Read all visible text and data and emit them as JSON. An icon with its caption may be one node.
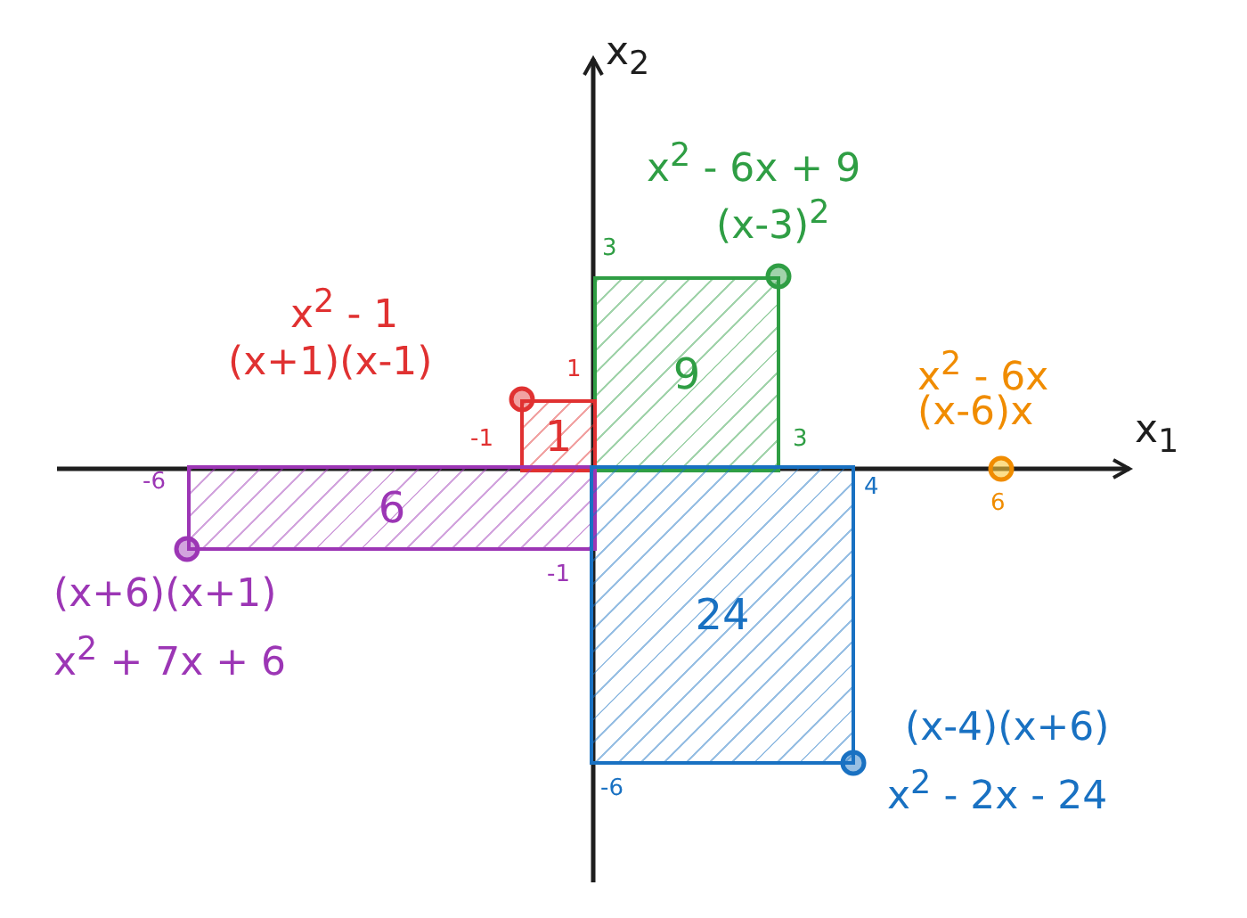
{
  "diagram": {
    "nodes": [
      {
        "text": [
          "9"
        ]
      },
      {
        "text": [
          "1"
        ]
      },
      {
        "text": [
          "6"
        ]
      },
      {
        "text": [
          "24"
        ]
      }
    ],
    "labels": [
      "x$_{2}$",
      "x$^{2}$ - 6x + 9",
      "(x-3)$^{2}$",
      "3",
      "x$^{2}$ - 1",
      "(x+1)(x-1)",
      "1",
      "x$^{2}$ - 6x",
      "(x-6)x",
      "-1",
      "3",
      "x$_{1}$",
      "-6",
      "4",
      "6",
      "-1",
      "(x+6)(x+1)",
      "x$^{2}$ + 7x + 6",
      "(x-4)(x+6)",
      "-6",
      "x$^{2}$ - 2x - 24"
    ]
  }
}
